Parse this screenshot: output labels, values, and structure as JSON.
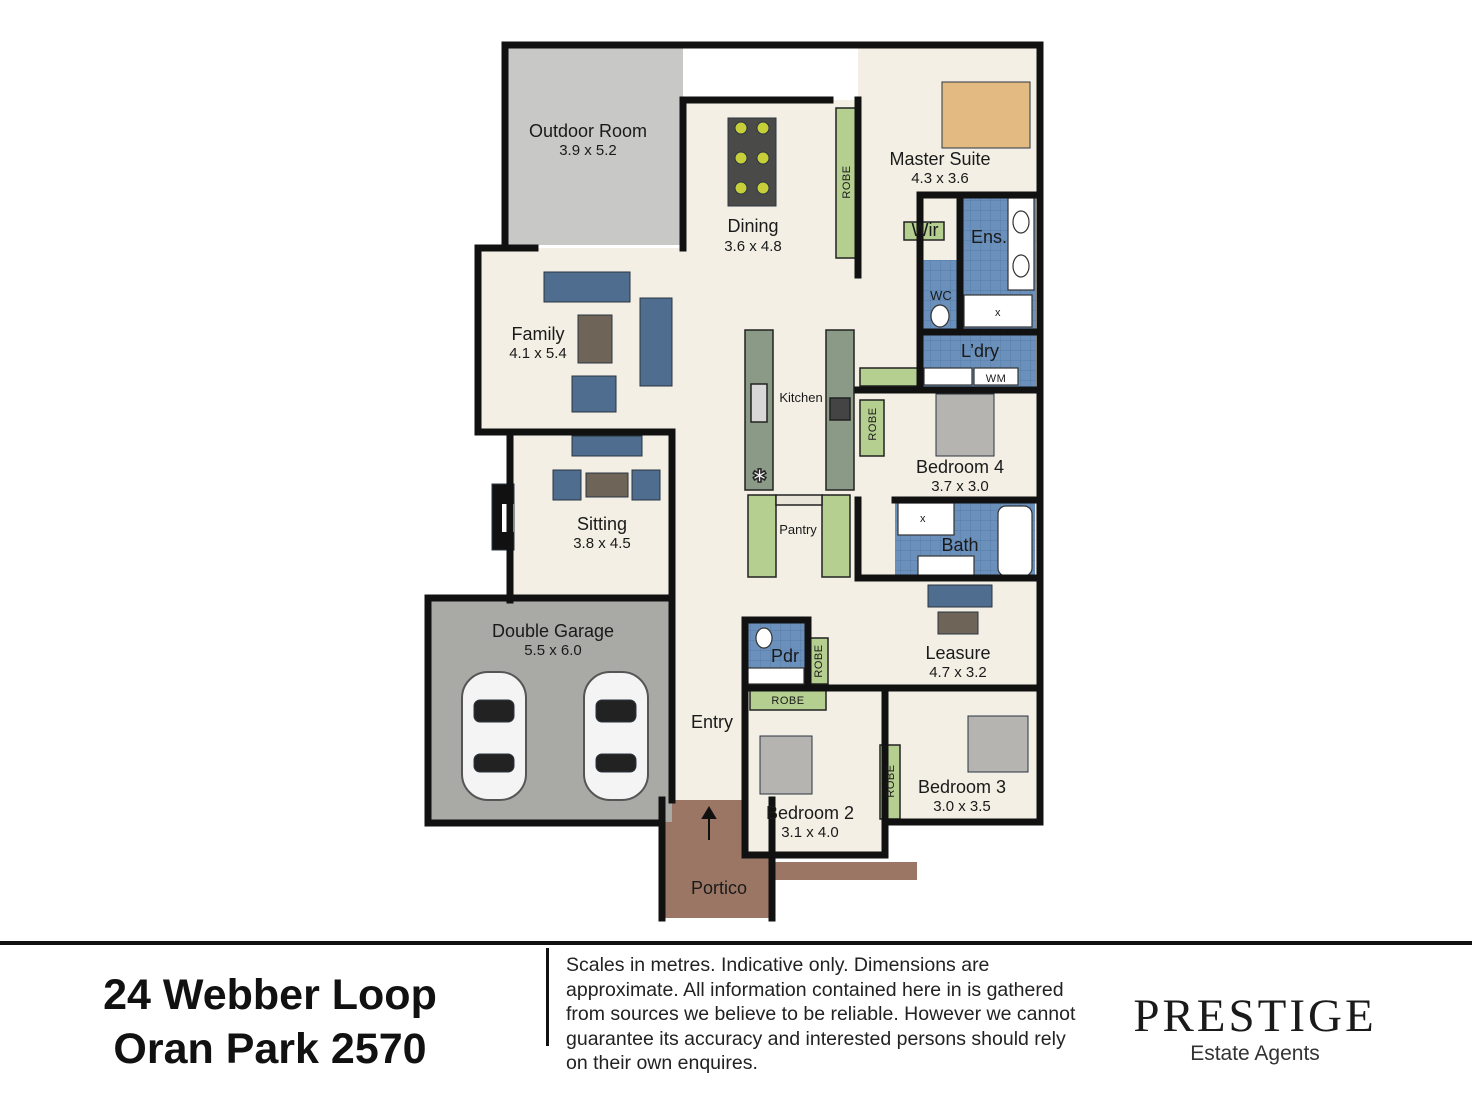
{
  "plan": {
    "rooms": [
      {
        "id": "outdoor",
        "name": "Outdoor Room",
        "dims": "3.9 x 5.2"
      },
      {
        "id": "dining",
        "name": "Dining",
        "dims": "3.6 x 4.8"
      },
      {
        "id": "master",
        "name": "Master Suite",
        "dims": "4.3 x 3.6"
      },
      {
        "id": "wir",
        "name": "Wir"
      },
      {
        "id": "ens",
        "name": "Ens."
      },
      {
        "id": "wc",
        "name": "WC"
      },
      {
        "id": "laundry",
        "name": "L’dry"
      },
      {
        "id": "family",
        "name": "Family",
        "dims": "4.1 x 5.4"
      },
      {
        "id": "kitchen",
        "name": "Kitchen"
      },
      {
        "id": "bed4",
        "name": "Bedroom 4",
        "dims": "3.7 x 3.0"
      },
      {
        "id": "sitting",
        "name": "Sitting",
        "dims": "3.8 x 4.5"
      },
      {
        "id": "pantry",
        "name": "Pantry"
      },
      {
        "id": "bath",
        "name": "Bath"
      },
      {
        "id": "garage",
        "name": "Double Garage",
        "dims": "5.5 x 6.0"
      },
      {
        "id": "pdr",
        "name": "Pdr"
      },
      {
        "id": "leasure",
        "name": "Leasure",
        "dims": "4.7 x 3.2"
      },
      {
        "id": "entry",
        "name": "Entry"
      },
      {
        "id": "bed2",
        "name": "Bedroom 2",
        "dims": "3.1 x 4.0"
      },
      {
        "id": "bed3",
        "name": "Bedroom 3",
        "dims": "3.0 x 3.5"
      },
      {
        "id": "portico",
        "name": "Portico"
      }
    ],
    "robe_label": "ROBE",
    "wm_label": "WM",
    "x_mark": "x"
  },
  "footer": {
    "address_line1": "24 Webber Loop",
    "address_line2": "Oran Park 2570",
    "disclaimer": "Scales in metres. Indicative only. Dimensions are approximate. All information contained here in is gathered from sources we believe to be reliable. However we cannot guarantee its accuracy and interested persons should rely on their own enquires.",
    "brand_name": "PRESTIGE",
    "brand_sub": "Estate Agents"
  },
  "colors": {
    "floor": "#f3efe4",
    "outdoor": "#c8c8c6",
    "garage": "#a9aaa6",
    "wet": "#5f88b5",
    "robe": "#b4cf8f",
    "portico": "#9c7664",
    "walls": "#111111"
  }
}
